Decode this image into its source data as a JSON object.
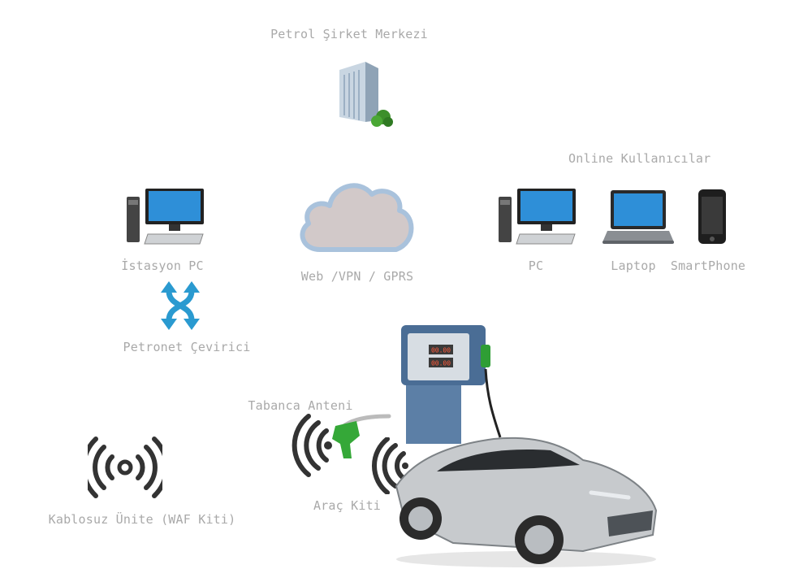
{
  "labels": {
    "hq": "Petrol Şirket Merkezi",
    "online_users": "Online Kullanıcılar",
    "station_pc": "İstasyon PC",
    "cloud": "Web /VPN / GPRS",
    "pc": "PC",
    "laptop": "Laptop",
    "smartphone": "SmartPhone",
    "converter": "Petronet Çevirici",
    "nozzle_antenna": "Tabanca Anteni",
    "wireless_unit": "Kablosuz Ünite (WAF Kiti)",
    "vehicle_kit": "Araç Kiti"
  },
  "pump_display": [
    "00.00",
    "00.00"
  ],
  "colors": {
    "label": "#a9a9a9",
    "cloud_fill": "#d2c9c9",
    "cloud_stroke": "#a9c2dc",
    "converter_arrow": "#2a9ad0",
    "pump_body": "#5c7fa6",
    "nozzle_green": "#35a838",
    "wireless_icon": "#333333"
  }
}
